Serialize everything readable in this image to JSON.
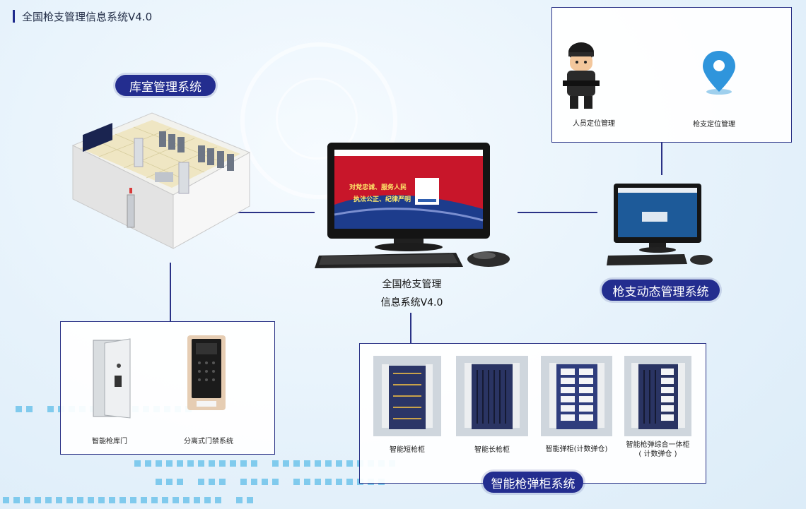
{
  "header": {
    "title": "全国枪支管理信息系统V4.0"
  },
  "center": {
    "label_line1": "全国枪支管理",
    "label_line2": "信息系统V4.0",
    "screen_slogan1": "对党忠诚、服务人民",
    "screen_slogan2": "执法公正、纪律严明"
  },
  "warehouse": {
    "label": "库室管理系统"
  },
  "dynamic": {
    "label": "枪支动态管理系统"
  },
  "locate": {
    "person_label": "人员定位管理",
    "gun_label": "枪支定位管理"
  },
  "access": {
    "door_label": "智能枪库门",
    "access_label": "分离式门禁系统"
  },
  "cabinet": {
    "label": "智能枪弹柜系统",
    "items": [
      {
        "label": "智能短枪柜"
      },
      {
        "label": "智能长枪柜"
      },
      {
        "label": "智能弹柜(计数弹仓)"
      },
      {
        "label": "智能枪弹综合一体柜",
        "label2": "( 计数弹仓 )"
      }
    ]
  },
  "colors": {
    "navy": "#232d8f",
    "accent": "#5fbde8"
  }
}
